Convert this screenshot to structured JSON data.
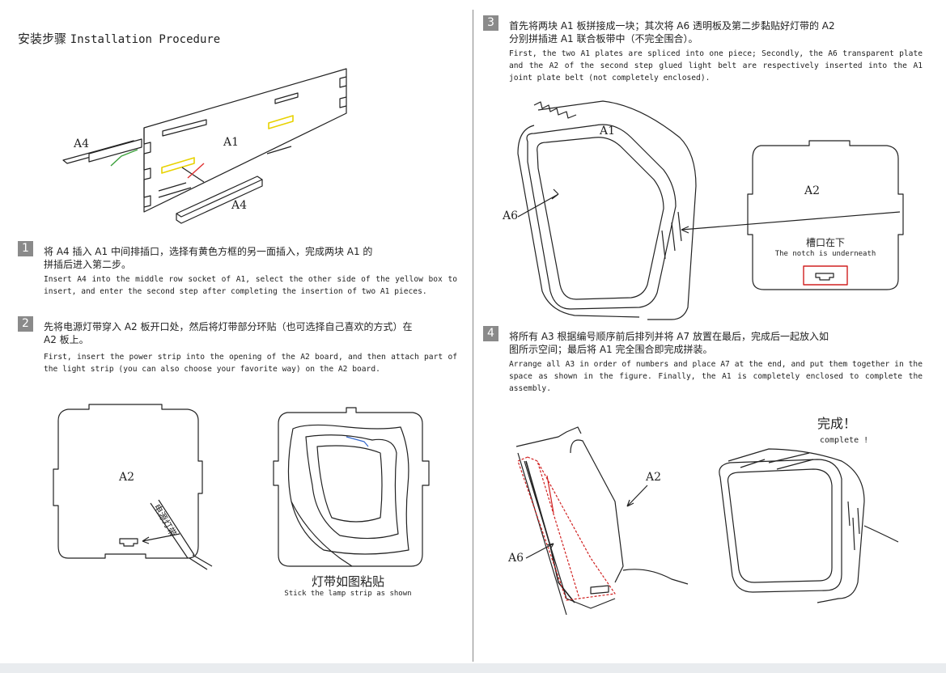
{
  "title": {
    "cn": "安装步骤",
    "en": "Installation Procedure"
  },
  "steps": [
    {
      "num": "1",
      "cn": "将 A4 插入 A1 中间排插口，选择有黄色方框的另一面插入，完成两块 A1 的\n拼插后进入第二步。",
      "en": "Insert A4 into the middle row socket of A1, select the other side of the yellow box to insert, and enter the second step after completing the insertion of two A1 pieces."
    },
    {
      "num": "2",
      "cn": "先将电源灯带穿入 A2 板开口处，然后将灯带部分环贴（也可选择自己喜欢的方式）在\nA2 板上。",
      "en": "First, insert the power strip into the opening of the A2 board, and then attach part of the light strip (you can also choose your favorite way) on the A2 board."
    },
    {
      "num": "3",
      "cn": "首先将两块 A1 板拼接成一块；其次将 A6 透明板及第二步黏贴好灯带的 A2\n分别拼插进 A1 联合板带中（不完全围合）。",
      "en": "First, the two A1 plates are spliced into one piece; Secondly, the A6 transparent plate and the A2 of the second step glued light belt are respectively inserted into the A1 joint plate belt (not completely enclosed)."
    },
    {
      "num": "4",
      "cn": "将所有 A3 根据编号顺序前后排列并将 A7 放置在最后，完成后一起放入如\n图所示空间；最后将 A1 完全围合即完成拼装。",
      "en": "Arrange all A3 in order of numbers and place A7 at the end, and put them together in the space as shown in the figure. Finally, the A1 is completely enclosed to complete the assembly."
    }
  ],
  "labels": {
    "a4_top": "A4",
    "a1_top": "A1",
    "a4_bottom": "A4",
    "a2_step2": "A2",
    "power_strip": "电源灯带",
    "a1_step3": "A1",
    "a6_step3": "A6",
    "a2_step3": "A2",
    "a2_step4": "A2",
    "a6_step4": "A6"
  },
  "captions": {
    "lamp_cn": "灯带如图粘贴",
    "lamp_en": "Stick the lamp strip as shown",
    "notch_cn": "槽口在下",
    "notch_en": "The notch is underneath",
    "complete_cn": "完成！",
    "complete_en": "complete !"
  },
  "colors": {
    "highlight_yellow": "#e8d200",
    "cross_red": "#e03030",
    "check_green": "#3aa03a",
    "notch_box_red": "#d02020",
    "step_badge": "#8a8a8a"
  }
}
